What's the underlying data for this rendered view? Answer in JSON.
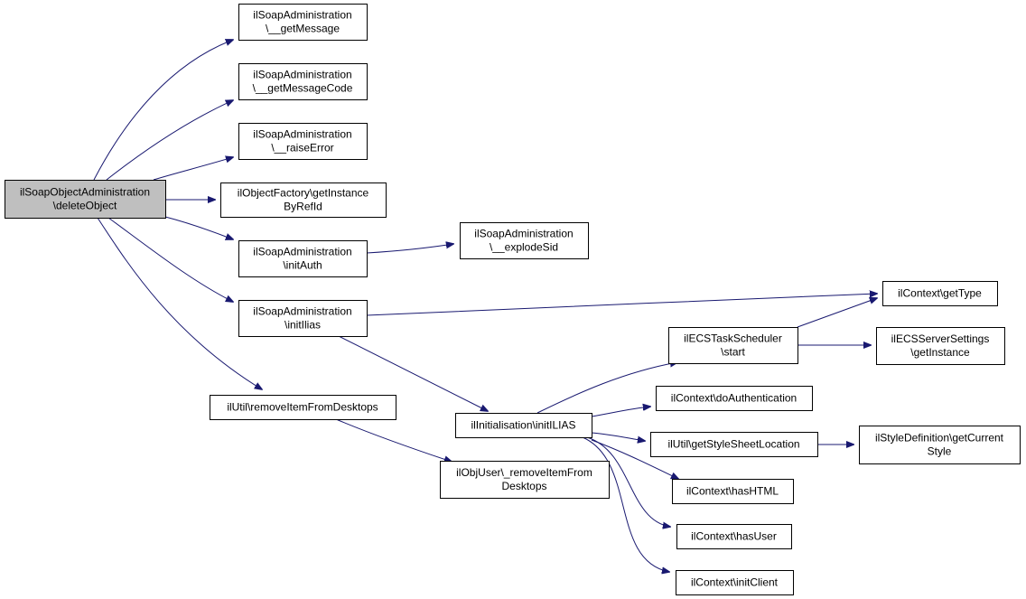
{
  "nodes": [
    {
      "id": "root",
      "lines": [
        "ilSoapObjectAdministration",
        "\\deleteObject"
      ],
      "highlight": true
    },
    {
      "id": "getMessage",
      "lines": [
        "ilSoapAdministration",
        "\\__getMessage"
      ]
    },
    {
      "id": "getMessageCode",
      "lines": [
        "ilSoapAdministration",
        "\\__getMessageCode"
      ]
    },
    {
      "id": "raiseError",
      "lines": [
        "ilSoapAdministration",
        "\\__raiseError"
      ]
    },
    {
      "id": "getInstanceByRefId",
      "lines": [
        "ilObjectFactory\\getInstance",
        "ByRefId"
      ]
    },
    {
      "id": "initAuth",
      "lines": [
        "ilSoapAdministration",
        "\\initAuth"
      ]
    },
    {
      "id": "explodeSid",
      "lines": [
        "ilSoapAdministration",
        "\\__explodeSid"
      ]
    },
    {
      "id": "initIlias",
      "lines": [
        "ilSoapAdministration",
        "\\initIlias"
      ]
    },
    {
      "id": "getType",
      "lines": [
        "ilContext\\getType"
      ]
    },
    {
      "id": "ecsStart",
      "lines": [
        "ilECSTaskScheduler",
        "\\start"
      ]
    },
    {
      "id": "ecsServerSettings",
      "lines": [
        "ilECSServerSettings",
        "\\getInstance"
      ]
    },
    {
      "id": "doAuthentication",
      "lines": [
        "ilContext\\doAuthentication"
      ]
    },
    {
      "id": "removeItemFromDesktops",
      "lines": [
        "ilUtil\\removeItemFromDesktops"
      ]
    },
    {
      "id": "initILIAS",
      "lines": [
        "ilInitialisation\\initILIAS"
      ]
    },
    {
      "id": "getStyleSheetLocation",
      "lines": [
        "ilUtil\\getStyleSheetLocation"
      ]
    },
    {
      "id": "getCurrentStyle",
      "lines": [
        "ilStyleDefinition\\getCurrent",
        "Style"
      ]
    },
    {
      "id": "objUserRemove",
      "lines": [
        "ilObjUser\\_removeItemFrom",
        "Desktops"
      ]
    },
    {
      "id": "hasHTML",
      "lines": [
        "ilContext\\hasHTML"
      ]
    },
    {
      "id": "hasUser",
      "lines": [
        "ilContext\\hasUser"
      ]
    },
    {
      "id": "initClient",
      "lines": [
        "ilContext\\initClient"
      ]
    }
  ],
  "edges": [
    [
      "root",
      "getMessage"
    ],
    [
      "root",
      "getMessageCode"
    ],
    [
      "root",
      "raiseError"
    ],
    [
      "root",
      "getInstanceByRefId"
    ],
    [
      "root",
      "initAuth"
    ],
    [
      "root",
      "initIlias"
    ],
    [
      "root",
      "removeItemFromDesktops"
    ],
    [
      "initAuth",
      "explodeSid"
    ],
    [
      "initIlias",
      "getType"
    ],
    [
      "initIlias",
      "initILIAS"
    ],
    [
      "removeItemFromDesktops",
      "objUserRemove"
    ],
    [
      "initILIAS",
      "ecsStart"
    ],
    [
      "initILIAS",
      "doAuthentication"
    ],
    [
      "initILIAS",
      "getStyleSheetLocation"
    ],
    [
      "initILIAS",
      "hasHTML"
    ],
    [
      "initILIAS",
      "hasUser"
    ],
    [
      "initILIAS",
      "initClient"
    ],
    [
      "ecsStart",
      "getType"
    ],
    [
      "ecsStart",
      "ecsServerSettings"
    ],
    [
      "getStyleSheetLocation",
      "getCurrentStyle"
    ]
  ],
  "colors": {
    "edge": "#191970",
    "root_fill": "#bfbfbf",
    "node_fill": "#ffffff",
    "border": "#000000"
  }
}
